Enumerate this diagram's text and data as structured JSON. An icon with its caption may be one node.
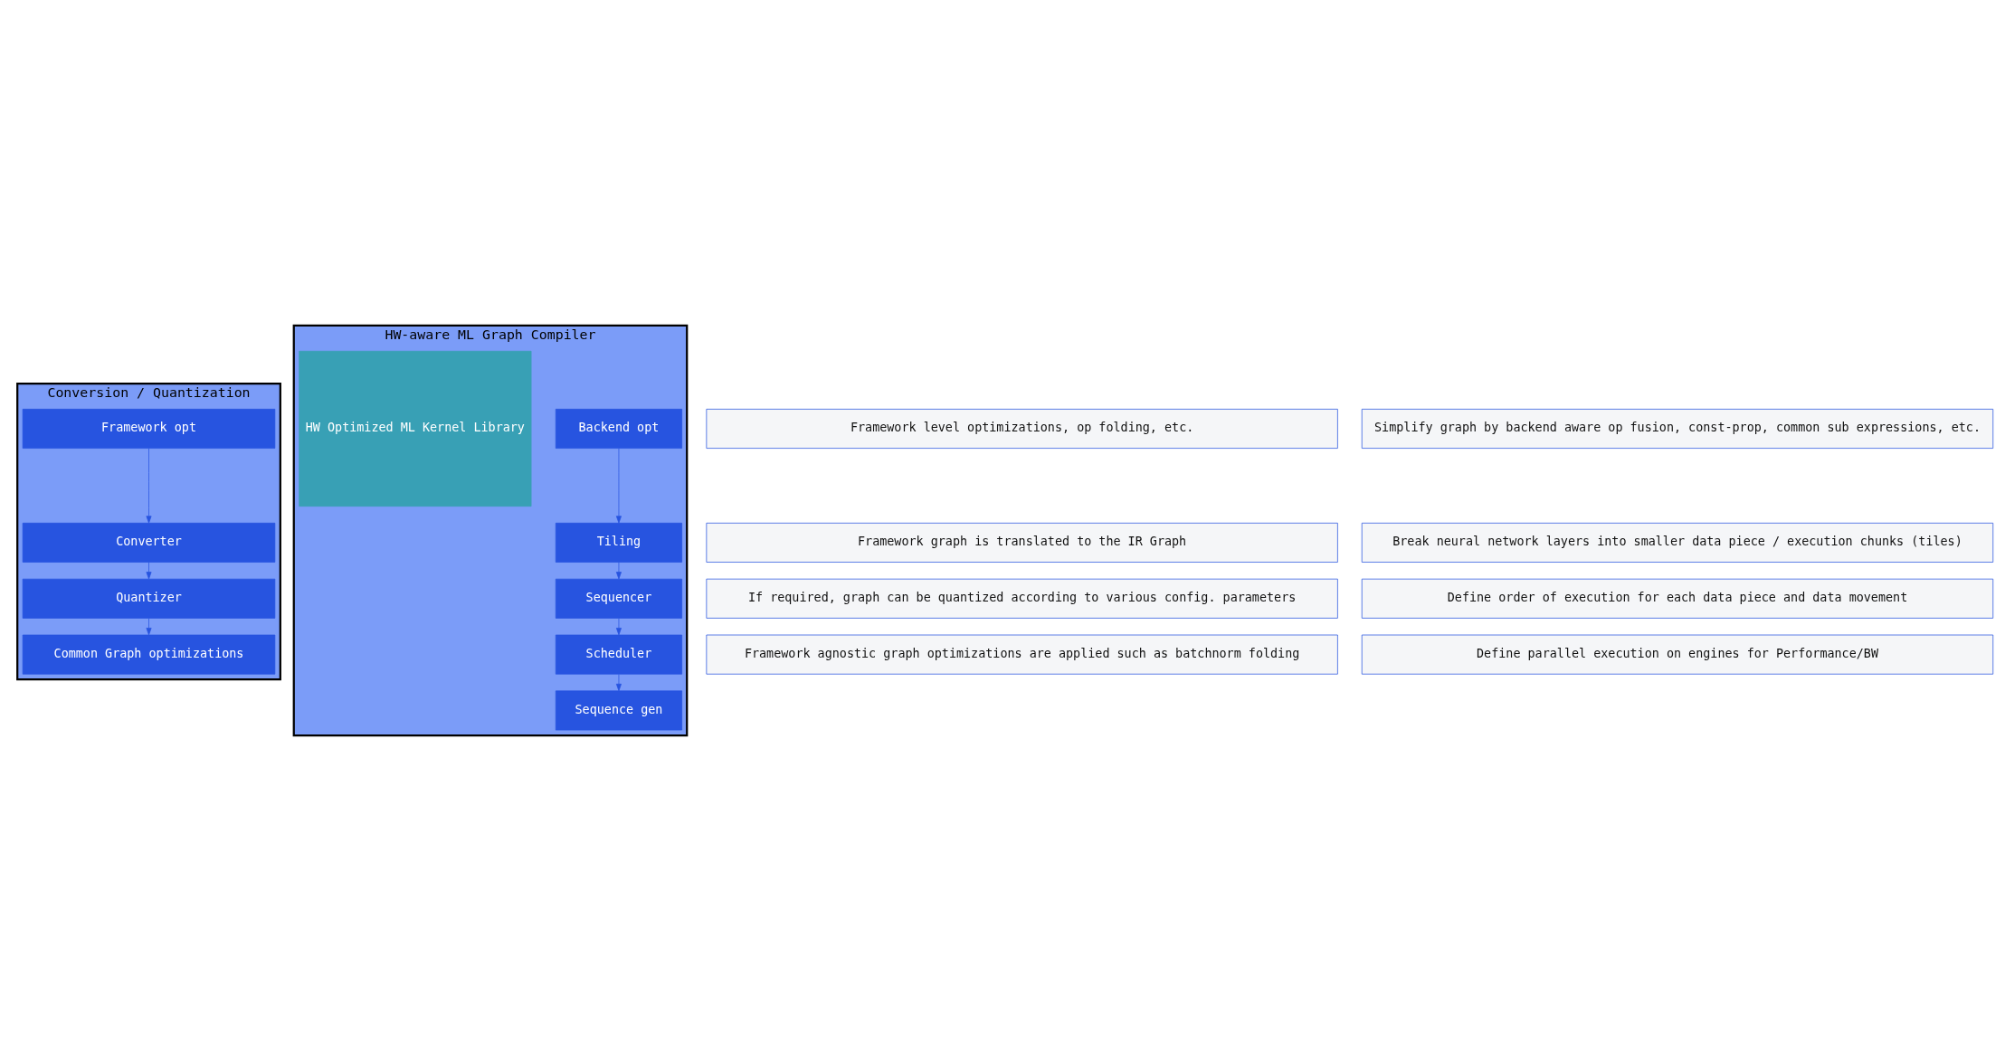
{
  "diagram": {
    "nodes": [
      {
        "text": [
          "Conversion / Quantization"
        ]
      },
      {
        "text": [
          "Framework opt"
        ],
        "in": 0
      },
      {
        "text": [
          "Converter"
        ],
        "in": 0
      },
      {
        "text": [
          "Quantizer"
        ],
        "in": 0
      },
      {
        "text": [
          "Common Graph optimizations"
        ],
        "in": 0
      },
      {
        "text": [
          "HW-aware ML Graph Compiler"
        ]
      },
      {
        "text": [
          "HW Optimized ML Kernel Library"
        ],
        "in": 5
      },
      {
        "text": [
          "Backend opt"
        ],
        "in": 5
      },
      {
        "text": [
          "Tiling"
        ],
        "in": 5
      },
      {
        "text": [
          "Sequencer"
        ],
        "in": 5
      },
      {
        "text": [
          "Scheduler"
        ],
        "in": 5
      },
      {
        "text": [
          "Sequence gen"
        ],
        "in": 5
      },
      {
        "text": [
          "Framework level optimizations, op folding, etc."
        ]
      },
      {
        "text": [
          "Framework graph is translated to the IR Graph"
        ]
      },
      {
        "text": [
          "If required, graph can be quantized according to various config. parameters"
        ]
      },
      {
        "text": [
          "Framework agnostic graph optimizations are applied such as batchnorm folding"
        ]
      },
      {
        "text": [
          "Simplify graph by backend aware op fusion, const-prop, common sub expressions, etc."
        ]
      },
      {
        "text": [
          "Break neural network layers into smaller data piece / execution chunks (tiles)"
        ]
      },
      {
        "text": [
          "Define order of execution for each data piece and data movement"
        ]
      },
      {
        "text": [
          "Define parallel execution on engines for Performance/BW"
        ]
      }
    ],
    "edges": [
      {
        "from": 1,
        "to": 2,
        "arrow": "to"
      },
      {
        "from": 2,
        "to": 3,
        "arrow": "to"
      },
      {
        "from": 3,
        "to": 4,
        "arrow": "to"
      },
      {
        "from": 7,
        "to": 8,
        "arrow": "to"
      },
      {
        "from": 8,
        "to": 9,
        "arrow": "to"
      },
      {
        "from": 9,
        "to": 10,
        "arrow": "to"
      },
      {
        "from": 10,
        "to": 11,
        "arrow": "to"
      }
    ]
  }
}
